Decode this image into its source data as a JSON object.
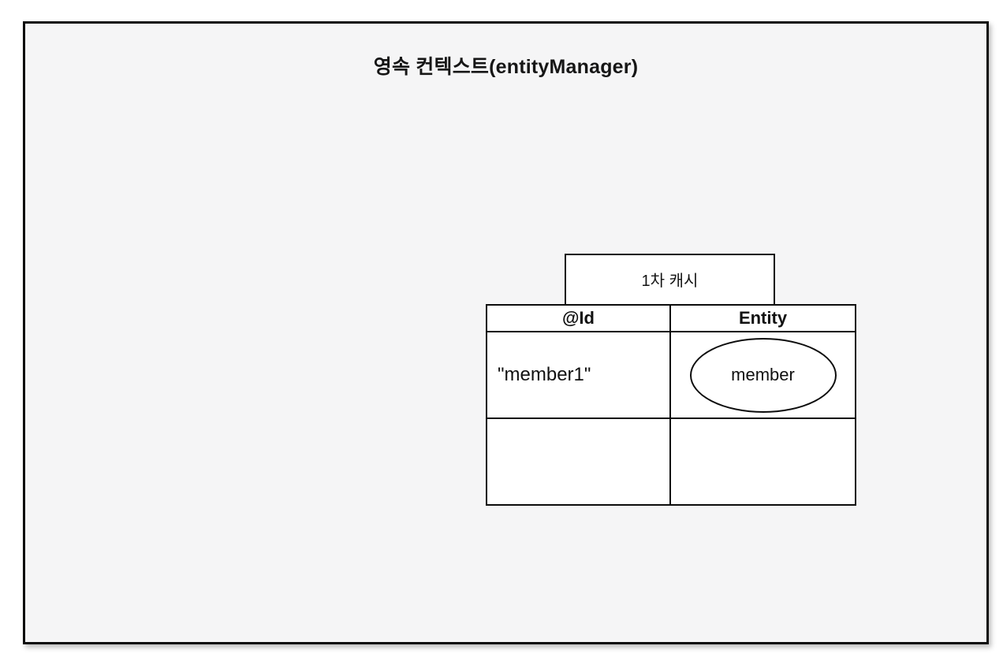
{
  "diagram": {
    "title": "영속 컨텍스트(entityManager)",
    "cache_label": "1차 캐시",
    "table": {
      "headers": [
        "@Id",
        "Entity"
      ],
      "rows": [
        {
          "id": "\"member1\"",
          "entity": "member"
        },
        {
          "id": "",
          "entity": ""
        }
      ]
    },
    "colors": {
      "page_background": "#ffffff",
      "box_fill": "#f5f5f6",
      "cell_fill": "#ffffff",
      "border": "#0c0c0c",
      "text": "#141414"
    }
  }
}
